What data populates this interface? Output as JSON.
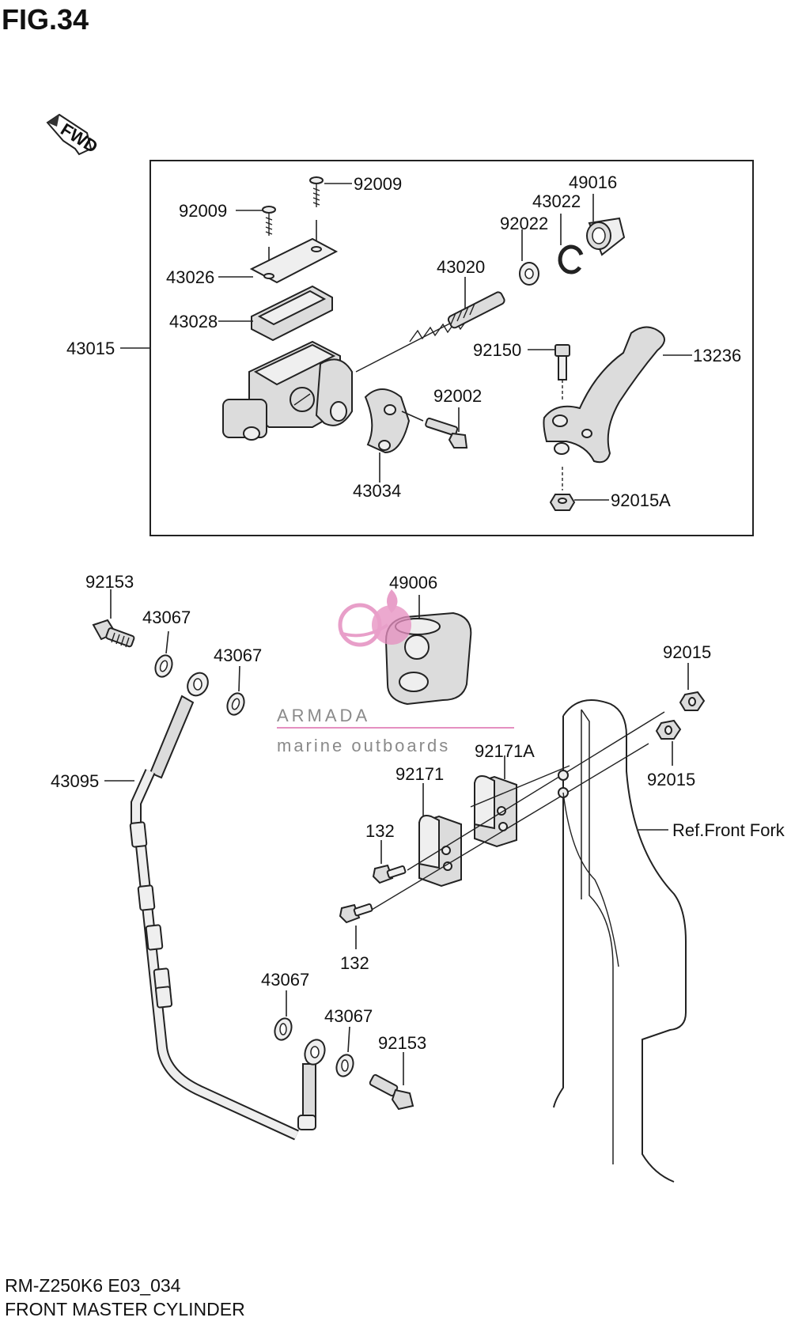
{
  "figure": {
    "title": "FIG.34",
    "fwd_label": "FWD",
    "model_code": "RM-Z250K6 E03_034",
    "section_name": "FRONT MASTER CYLINDER"
  },
  "callouts": {
    "p92009_right": "92009",
    "p92009_left": "92009",
    "p43026": "43026",
    "p43028": "43028",
    "p43015": "43015",
    "p43020": "43020",
    "p92022": "92022",
    "p43022": "43022",
    "p49016": "49016",
    "p92150": "92150",
    "p13236": "13236",
    "p92002": "92002",
    "p43034": "43034",
    "p92015A": "92015A",
    "p92153_top": "92153",
    "p43067_a": "43067",
    "p43067_b": "43067",
    "p49006": "49006",
    "p92015_top": "92015",
    "p92015_bottom": "92015",
    "p92171A": "92171A",
    "p92171": "92171",
    "p132_top": "132",
    "p132_bottom": "132",
    "p43095": "43095",
    "ref_front_fork": "Ref.Front Fork",
    "p43067_c": "43067",
    "p43067_d": "43067",
    "p92153_bottom": "92153"
  },
  "watermark": {
    "brand": "ARMADA",
    "tagline": "marine outboards",
    "brand_color": "#8a8a8a",
    "accent_color": "#e58fc0"
  }
}
